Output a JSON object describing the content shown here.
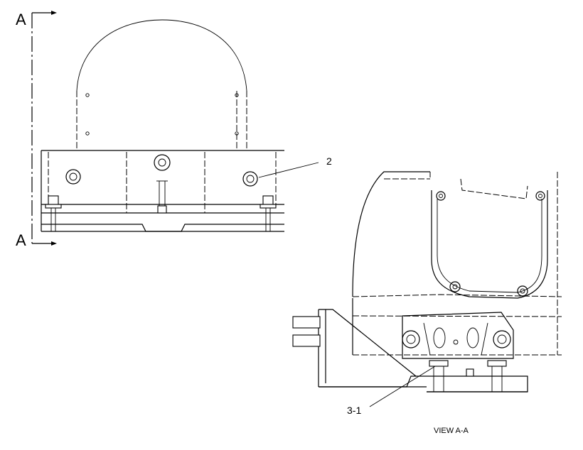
{
  "section": {
    "letter_top": "A",
    "letter_bottom": "A"
  },
  "callouts": {
    "top_view_item": "2",
    "section_view_item": "3-1"
  },
  "view_caption": "VIEW A-A"
}
